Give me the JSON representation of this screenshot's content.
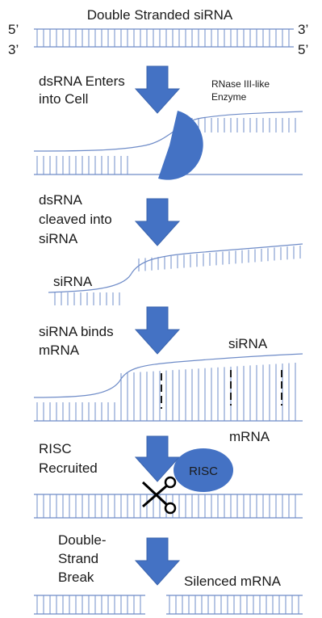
{
  "title": "Double Stranded siRNA",
  "end_labels": {
    "top_left": "5’",
    "bottom_left": "3’",
    "top_right": "3’",
    "bottom_right": "5’"
  },
  "steps": {
    "enter": [
      "dsRNA Enters",
      "into Cell"
    ],
    "cleave": [
      "dsRNA",
      "cleaved into",
      "siRNA"
    ],
    "bind": [
      "siRNA binds",
      "mRNA"
    ],
    "recruit": [
      "RISC",
      "Recruited"
    ],
    "break": [
      "Double-",
      "Strand",
      "Break"
    ]
  },
  "labels": {
    "enzyme": [
      "RNase III-like",
      "Enzyme"
    ],
    "sirna_cleaved": "siRNA",
    "sirna_bound": "siRNA",
    "mrna": "mRNA",
    "risc": "RISC",
    "silenced": "Silenced mRNA"
  },
  "colors": {
    "accent": "#4472c4",
    "strand": "#6f8cc8",
    "text": "#1a1a1a"
  },
  "icons": {
    "enzyme": "pacman-shape",
    "cutter": "scissors-icon"
  }
}
